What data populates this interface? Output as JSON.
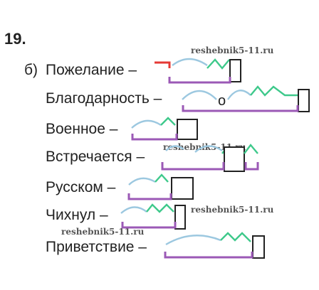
{
  "exercise": {
    "number": "19.",
    "variant": "б)"
  },
  "watermark": "reshebnik5-11.ru",
  "words": [
    "Пожелание –",
    "Благодарность –",
    "Военное –",
    "Встречается –",
    "Русском –",
    "Чихнул –",
    "Приветствие –"
  ],
  "connector": "о",
  "colors": {
    "root": "#9cc8e0",
    "base": "#9b59b6",
    "suffix": "#3ec98b",
    "prefix": "#e53935",
    "ending": "#222222"
  }
}
